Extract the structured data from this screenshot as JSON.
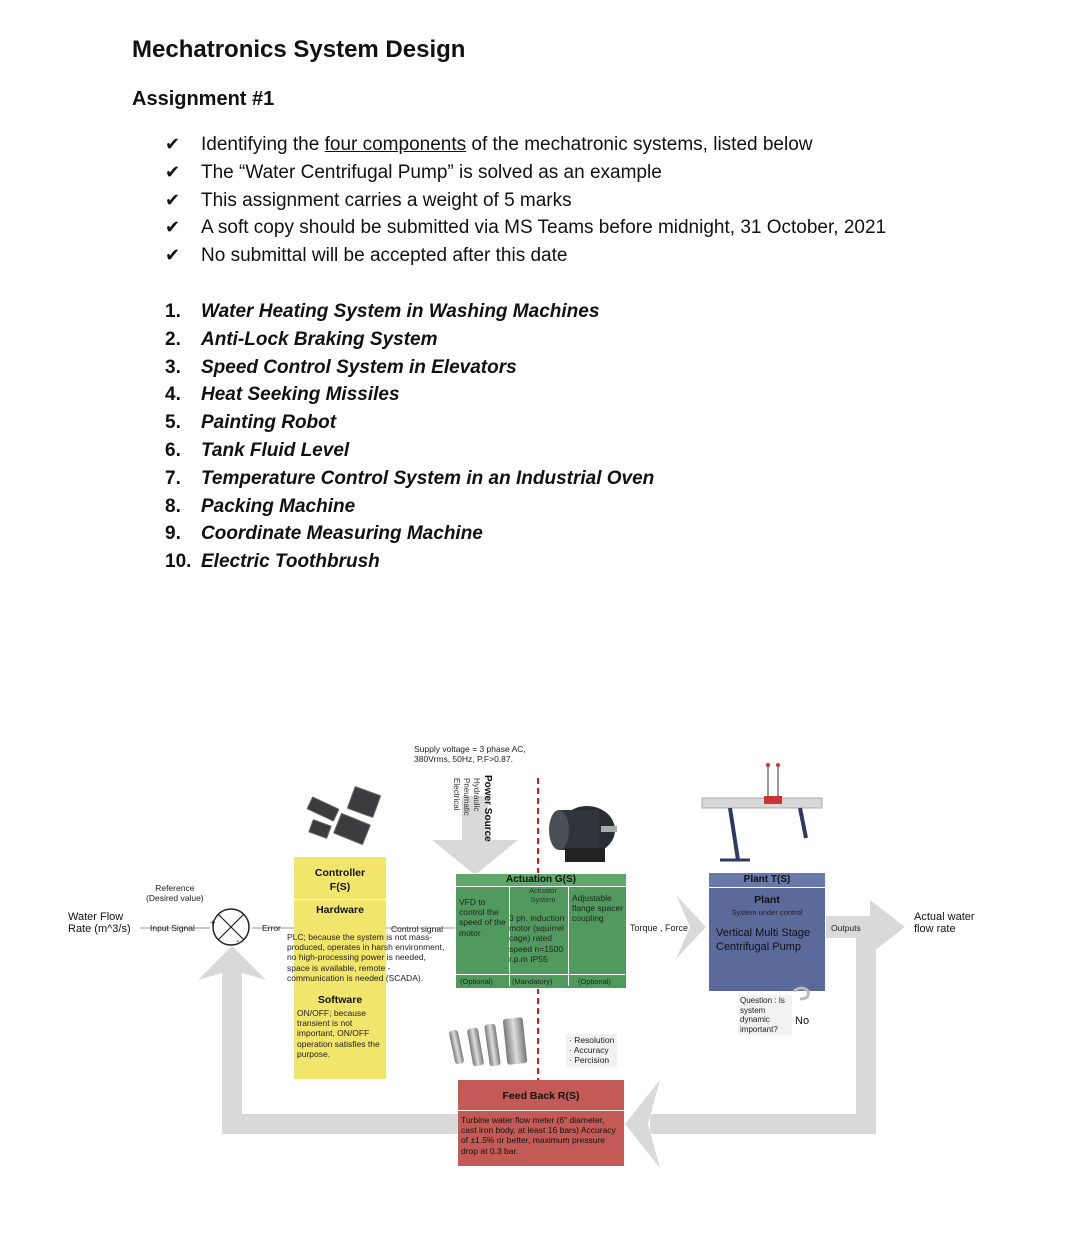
{
  "header": {
    "title": "Mechatronics System Design",
    "subtitle": "Assignment #1"
  },
  "instructions": [
    {
      "pre": "Identifying the ",
      "u": "four components",
      "post": " of the mechatronic systems, listed below"
    },
    {
      "pre": "The “Water Centrifugal Pump” is solved as an example",
      "u": "",
      "post": ""
    },
    {
      "pre": "This assignment carries a weight of 5 marks",
      "u": "",
      "post": ""
    },
    {
      "pre": "A soft copy should be submitted via MS Teams before midnight, 31 October, 2021",
      "u": "",
      "post": ""
    },
    {
      "pre": "No submittal will be accepted after this date",
      "u": "",
      "post": ""
    }
  ],
  "systems": [
    {
      "num": "1.",
      "name": "Water Heating System in Washing Machines"
    },
    {
      "num": "2.",
      "name": "Anti-Lock Braking System"
    },
    {
      "num": "3.",
      "name": "Speed Control System in Elevators"
    },
    {
      "num": "4.",
      "name": "Heat Seeking Missiles"
    },
    {
      "num": "5.",
      "name": "Painting Robot"
    },
    {
      "num": "6.",
      "name": "Tank Fluid Level"
    },
    {
      "num": "7.",
      "name": "Temperature Control System in an Industrial Oven"
    },
    {
      "num": "8.",
      "name": "Packing Machine"
    },
    {
      "num": "9.",
      "name": "Coordinate Measuring Machine"
    },
    {
      "num": "10.",
      "name": "Electric Toothbrush"
    }
  ],
  "diagram": {
    "supply_line1": "Supply voltage = 3 phase AC,",
    "supply_line2": "380Vrms, 50Hz, P.F>0.87.",
    "power_source": "Power Source",
    "hydraulic": "Hydraulic",
    "pneumatic": "Pneumatic",
    "electrical": "Electrical",
    "input_line1": "Water Flow",
    "input_line2": "Rate (m^3/s)",
    "reference_line1": "Reference",
    "reference_line2": "(Desired value)",
    "input_signal": "Input Signal",
    "plus": "+",
    "minus": "-",
    "error": "Error",
    "control_signal": "Control signal",
    "controller": {
      "title": "Controller",
      "subtitle": "F(S)",
      "hardware": "Hardware",
      "hardware_text": "PLC; because the system is not mass-produced, operates in harsh environment, no high-processing power is needed, space is available, remote -communication is needed (SCADA).",
      "software": "Software",
      "software_text": "ON/OFF; because transient is not important, ON/OFF operation satisfies the purpose."
    },
    "actuation": {
      "title": "Actuation G(S)",
      "actuator_system": "Actuator System",
      "col1_text": "VFD to control the speed of the motor",
      "col2_text": "3 ph. induction motor (squirrel cage) rated speed n=1500 r.p.m IP55",
      "col3_text": "Adjustable flange spacer coupling",
      "opt1": "(Optional)",
      "opt2": "(Mandatory)",
      "opt3": "(Optional)"
    },
    "torque_force": "Torque , Force",
    "plant": {
      "title": "Plant T(S)",
      "subtitle": "Plant",
      "under_control": "System under control",
      "text": "Vertical Multi Stage Centrifugal Pump"
    },
    "outputs": "Outputs",
    "output_line1": "Actual water",
    "output_line2": "flow rate",
    "question": "Question : Is system dynamic important?",
    "answer": "No",
    "sensor_specs": [
      "· Resolution",
      "· Accuracy",
      "· Percision"
    ],
    "feedback": {
      "title": "Feed Back R(S)",
      "text": "Turbine water flow meter (6\" diameter, cast iron body, at least 16 bars) Accuracy of ±1.5% or better, maximum pressure drop at 0.3 bar."
    }
  },
  "colors": {
    "controller": "#f2e56b",
    "actuation": "#4f9a5c",
    "plant": "#5b6a9a",
    "feedback": "#c45a56",
    "arrows": "#d9d9d9",
    "divider": "#cc1f1f"
  }
}
